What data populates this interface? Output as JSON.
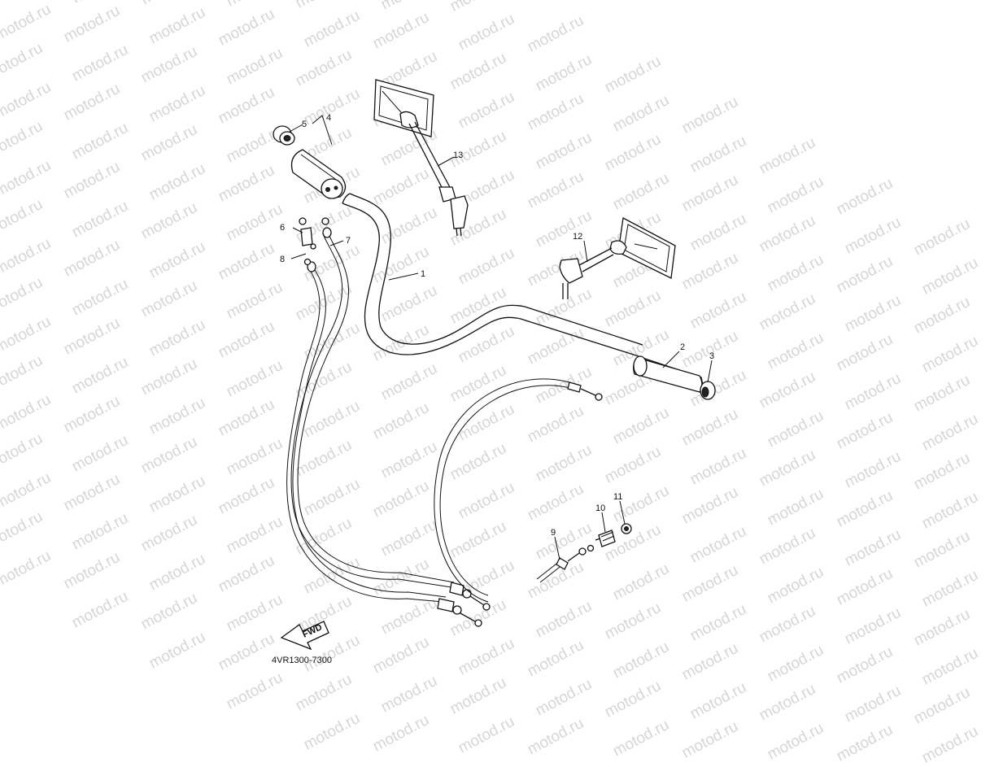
{
  "watermark": "motod.ru",
  "diagram_code": "4VR1300-7300",
  "fwd_label": "FWD",
  "callouts": {
    "p1": "1",
    "p2": "2",
    "p3": "3",
    "p4": "4",
    "p5": "5",
    "p6": "6",
    "p7": "7",
    "p8": "8",
    "p9": "9",
    "p10": "10",
    "p11": "11",
    "p12": "12",
    "p13": "13"
  }
}
